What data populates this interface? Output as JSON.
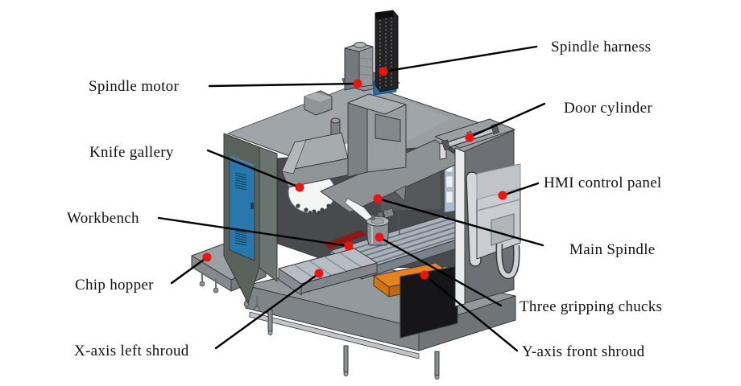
{
  "labels": {
    "spindle_harness": "Spindle harness",
    "spindle_motor": "Spindle motor",
    "door_cylinder": "Door cylinder",
    "knife_gallery": "Knife gallery",
    "hmi_control_panel": "HMI control panel",
    "workbench": "Workbench",
    "main_spindle": "Main Spindle",
    "chip_hopper": "Chip hopper",
    "three_gripping_chucks": "Three gripping chucks",
    "x_axis_left_shroud": "X-axis left shroud",
    "y_axis_front_shroud": "Y-axis front shroud"
  },
  "colors": {
    "background": "#ffffff",
    "callout_line": "#000000",
    "callout_dot": "#ed130f",
    "label_text": "#111111",
    "door_blue": "#2878ad",
    "shroud_orange": "#e8821e",
    "shroud_black": "#161618",
    "cabinet_green_gray": "#59625b",
    "machine_gray": "#999ea2"
  }
}
